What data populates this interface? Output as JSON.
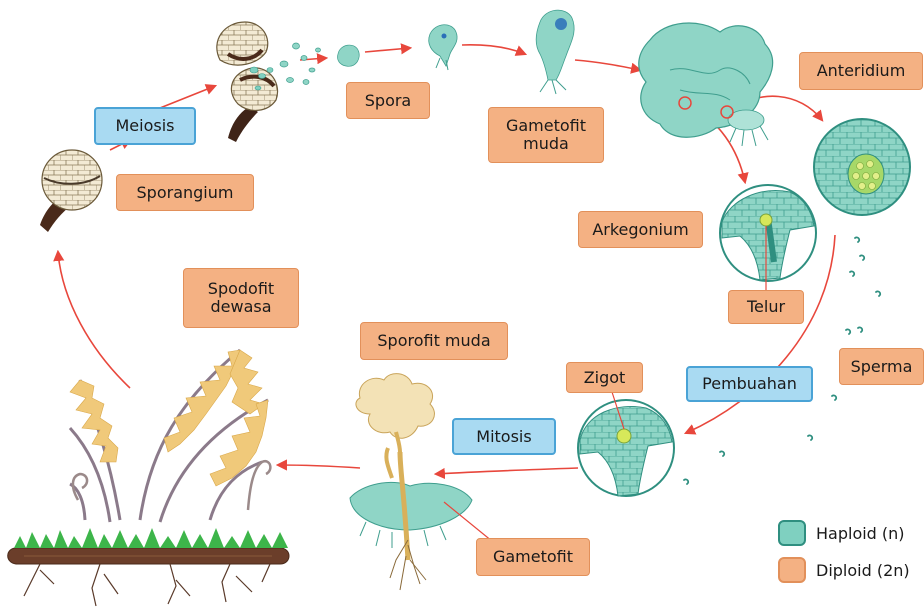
{
  "labels": {
    "meiosis": "Meiosis",
    "sporangium": "Sporangium",
    "spora": "Spora",
    "gametofit_muda": "Gametofit\nmuda",
    "anteridium": "Anteridium",
    "arkegonium": "Arkegonium",
    "telur": "Telur",
    "sperma": "Sperma",
    "pembuahan": "Pembuahan",
    "zigot": "Zigot",
    "mitosis": "Mitosis",
    "sporofit_muda": "Sporofit muda",
    "spodofit_dewasa": "Spodofit\ndewasa",
    "gametofit": "Gametofit"
  },
  "legend": {
    "haploid": "Haploid (n)",
    "diploid": "Diploid (2n)"
  },
  "colors": {
    "haploid": "#7fd0c0",
    "diploid": "#f4b183",
    "process": "#a9daf2",
    "arrow": "#e8473c"
  }
}
